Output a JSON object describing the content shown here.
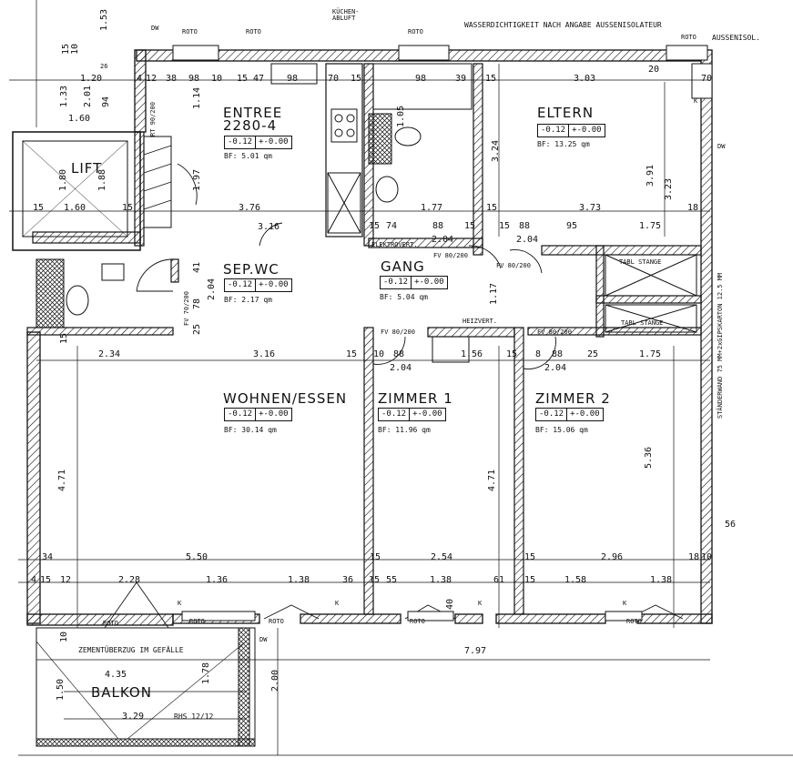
{
  "rooms": {
    "entree": {
      "name": "ENTREE",
      "code": "2280-4",
      "level_a": "-0.12",
      "level_b": "+-0.00",
      "bf": "BF: 5.01   qm"
    },
    "eltern": {
      "name": "ELTERN",
      "level_a": "-0.12",
      "level_b": "+-0.00",
      "bf": "BF: 13.25   qm"
    },
    "sepwc": {
      "name": "SEP.WC",
      "level_a": "-0.12",
      "level_b": "+-0.00",
      "bf": "BF: 2.17   qm"
    },
    "gang": {
      "name": "GANG",
      "level_a": "-0.12",
      "level_b": "+-0.00",
      "bf": "BF: 5.04   qm"
    },
    "wohnen": {
      "name": "WOHNEN/ESSEN",
      "level_a": "-0.12",
      "level_b": "+-0.00",
      "bf": "BF: 30.14   qm"
    },
    "zimmer1": {
      "name": "ZIMMER 1",
      "level_a": "-0.12",
      "level_b": "+-0.00",
      "bf": "BF: 11.96   qm"
    },
    "zimmer2": {
      "name": "ZIMMER 2",
      "level_a": "-0.12",
      "level_b": "+-0.00",
      "bf": "BF: 15.06   qm"
    },
    "lift": {
      "name": "LIFT"
    },
    "balkon": {
      "name": "BALKON"
    }
  },
  "notes": {
    "wasserdicht": "WASSERDICHTIGKEIT NACH ANGABE AUSSENISOLATEUR",
    "aussenisol": "AUSSENISOL.",
    "kuechenabluft": "KÜCHEN-ABLUFT",
    "elektroverteilung": "ELEKTROVERT.",
    "heizverteilung": "HEIZVERT.",
    "zementueberzug": "ZEMENTÜBERZUG IM GEFÄLLE",
    "staenderwand": "STÄNDERWAND 75 MM+2xGIPSKARTON 12.5 MM",
    "rhs": "RHS 12/12",
    "dw": "DW",
    "rt": "RT 90/200",
    "fv_wc": "FV 70/200",
    "fv_gang1": "FV 80/200",
    "fv_gang2": "FV 80/200",
    "fv_z1": "FV 80/200",
    "fv_z2": "FV 80/200",
    "taflstange1": "TABL STANGE",
    "taflstange2": "TABL STANGE",
    "k": "K"
  },
  "roto": [
    "ROTO",
    "ROTO",
    "ROTO",
    "ROTO",
    "ROTO",
    "ROTO",
    "ROTO",
    "ROTO",
    "ROTO"
  ],
  "dims_top": [
    "1.20",
    "26",
    "4",
    "12",
    "38",
    "98",
    "10",
    "15",
    "47",
    "98",
    "70",
    "15",
    "98",
    "39",
    "15",
    "3.03",
    "20",
    "70"
  ],
  "dims_h": {
    "r1": [
      "1.60"
    ],
    "r2": [
      "15",
      "1.60",
      "15",
      "3.76",
      "3.16",
      "15",
      "74",
      "1.77",
      "15",
      "88",
      "15",
      "15",
      "88",
      "95",
      "3.73",
      "1.75",
      "18"
    ],
    "r3": [
      "2.04",
      "2.04"
    ],
    "r4": [
      "2.34",
      "3.16",
      "15",
      "10",
      "88",
      "1.56",
      "15",
      "8",
      "88",
      "25",
      "1.75"
    ],
    "r5": [
      "2.04",
      "2.04"
    ],
    "r6": [
      "34",
      "5.50",
      "15",
      "2.54",
      "15",
      "2.96",
      "18",
      "10"
    ],
    "r7": [
      "4",
      "15",
      "12",
      "2.28",
      "1.36",
      "1.38",
      "36",
      "15",
      "55",
      "1.38",
      "61",
      "15",
      "1.58",
      "1.38"
    ],
    "r8": [
      "7.97"
    ],
    "balkon": [
      "4.35",
      "3.29"
    ]
  },
  "dims_v": [
    "1.53",
    "15",
    "10",
    "1.33",
    "94",
    "2.01",
    "1.14",
    "1.97",
    "1.80",
    "1.88",
    "41",
    "2.04",
    "78",
    "25",
    "15",
    "3.24",
    "1.05",
    "3.91",
    "3.23",
    "1.17",
    "4.71",
    "4.71",
    "5.36",
    "1.50",
    "1.78",
    "2.00",
    "10",
    "40",
    "56"
  ]
}
